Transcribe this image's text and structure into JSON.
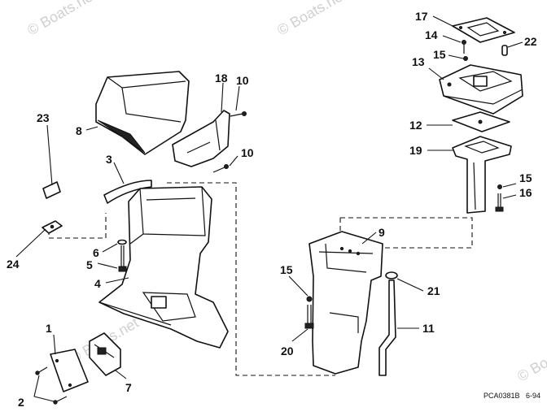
{
  "watermarks": [
    "© Boats.net",
    "© Boats.net",
    "© Boats.net",
    "© Boats.net"
  ],
  "callouts": {
    "c1": "1",
    "c2": "2",
    "c3": "3",
    "c4": "4",
    "c5": "5",
    "c6": "6",
    "c7": "7",
    "c8": "8",
    "c9": "9",
    "c10a": "10",
    "c10b": "10",
    "c11": "11",
    "c12": "12",
    "c13": "13",
    "c14": "14",
    "c15a": "15",
    "c15b": "15",
    "c15c": "15",
    "c16": "16",
    "c17": "17",
    "c18": "18",
    "c19": "19",
    "c20": "20",
    "c21": "21",
    "c22": "22",
    "c23": "23",
    "c24": "24"
  },
  "footer": {
    "code": "PCA0381B",
    "date": "6-94"
  },
  "colors": {
    "line": "#111111",
    "watermark": "#d0d0d0",
    "background": "#ffffff"
  }
}
